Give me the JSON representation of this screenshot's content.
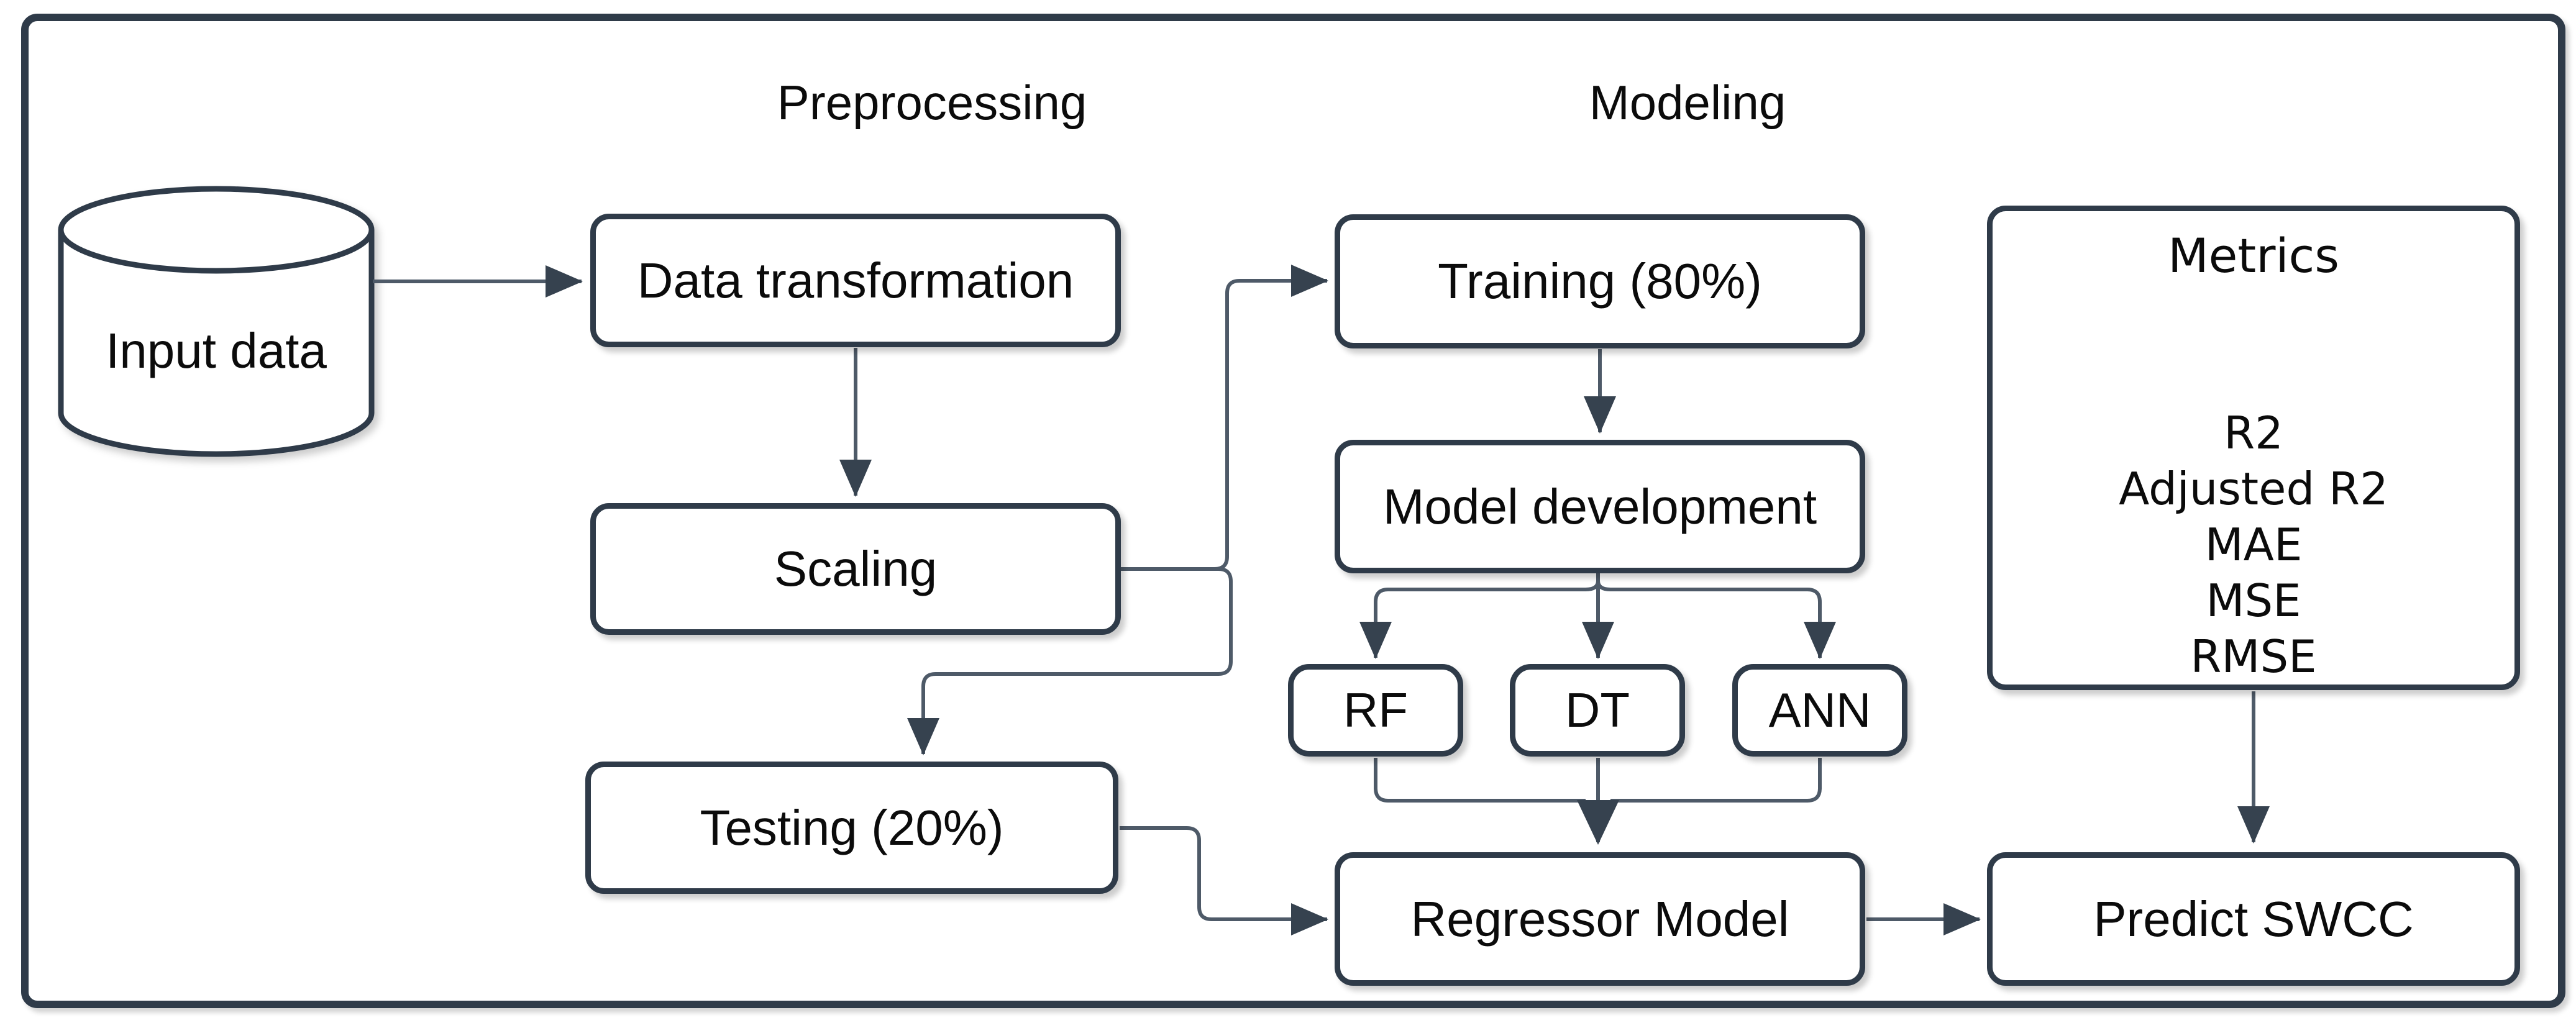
{
  "diagram": {
    "title_context": "ML workflow flowchart for SWCC prediction",
    "section_labels": {
      "preprocessing": "Preprocessing",
      "modeling": "Modeling"
    },
    "nodes": {
      "input_data": {
        "label": "Input data",
        "shape": "database-cylinder"
      },
      "data_transformation": {
        "label": "Data transformation"
      },
      "scaling": {
        "label": "Scaling"
      },
      "testing": {
        "label": "Testing (20%)"
      },
      "training": {
        "label": "Training (80%)"
      },
      "model_development": {
        "label": "Model development"
      },
      "rf": {
        "label": "RF"
      },
      "dt": {
        "label": "DT"
      },
      "ann": {
        "label": "ANN"
      },
      "regressor_model": {
        "label": "Regressor Model"
      },
      "predict_swcc": {
        "label": "Predict SWCC"
      },
      "metrics": {
        "title": "Metrics",
        "items": [
          "R2",
          "Adjusted R2",
          "MAE",
          "MSE",
          "RMSE"
        ]
      }
    },
    "edges": [
      "input_data -> data_transformation",
      "data_transformation -> scaling",
      "scaling -> training",
      "scaling -> testing",
      "training -> model_development",
      "model_development -> rf",
      "model_development -> dt",
      "model_development -> ann",
      "rf -> regressor_model",
      "dt -> regressor_model",
      "ann -> regressor_model",
      "testing -> regressor_model",
      "regressor_model -> predict_swcc",
      "metrics -> predict_swcc"
    ],
    "colors": {
      "box_stroke": "#2f3b49",
      "connector": "#4e5a68",
      "arrowhead": "#36424f",
      "fill": "#ffffff",
      "background": "#ffffff",
      "text": "#0b0b0b"
    }
  }
}
